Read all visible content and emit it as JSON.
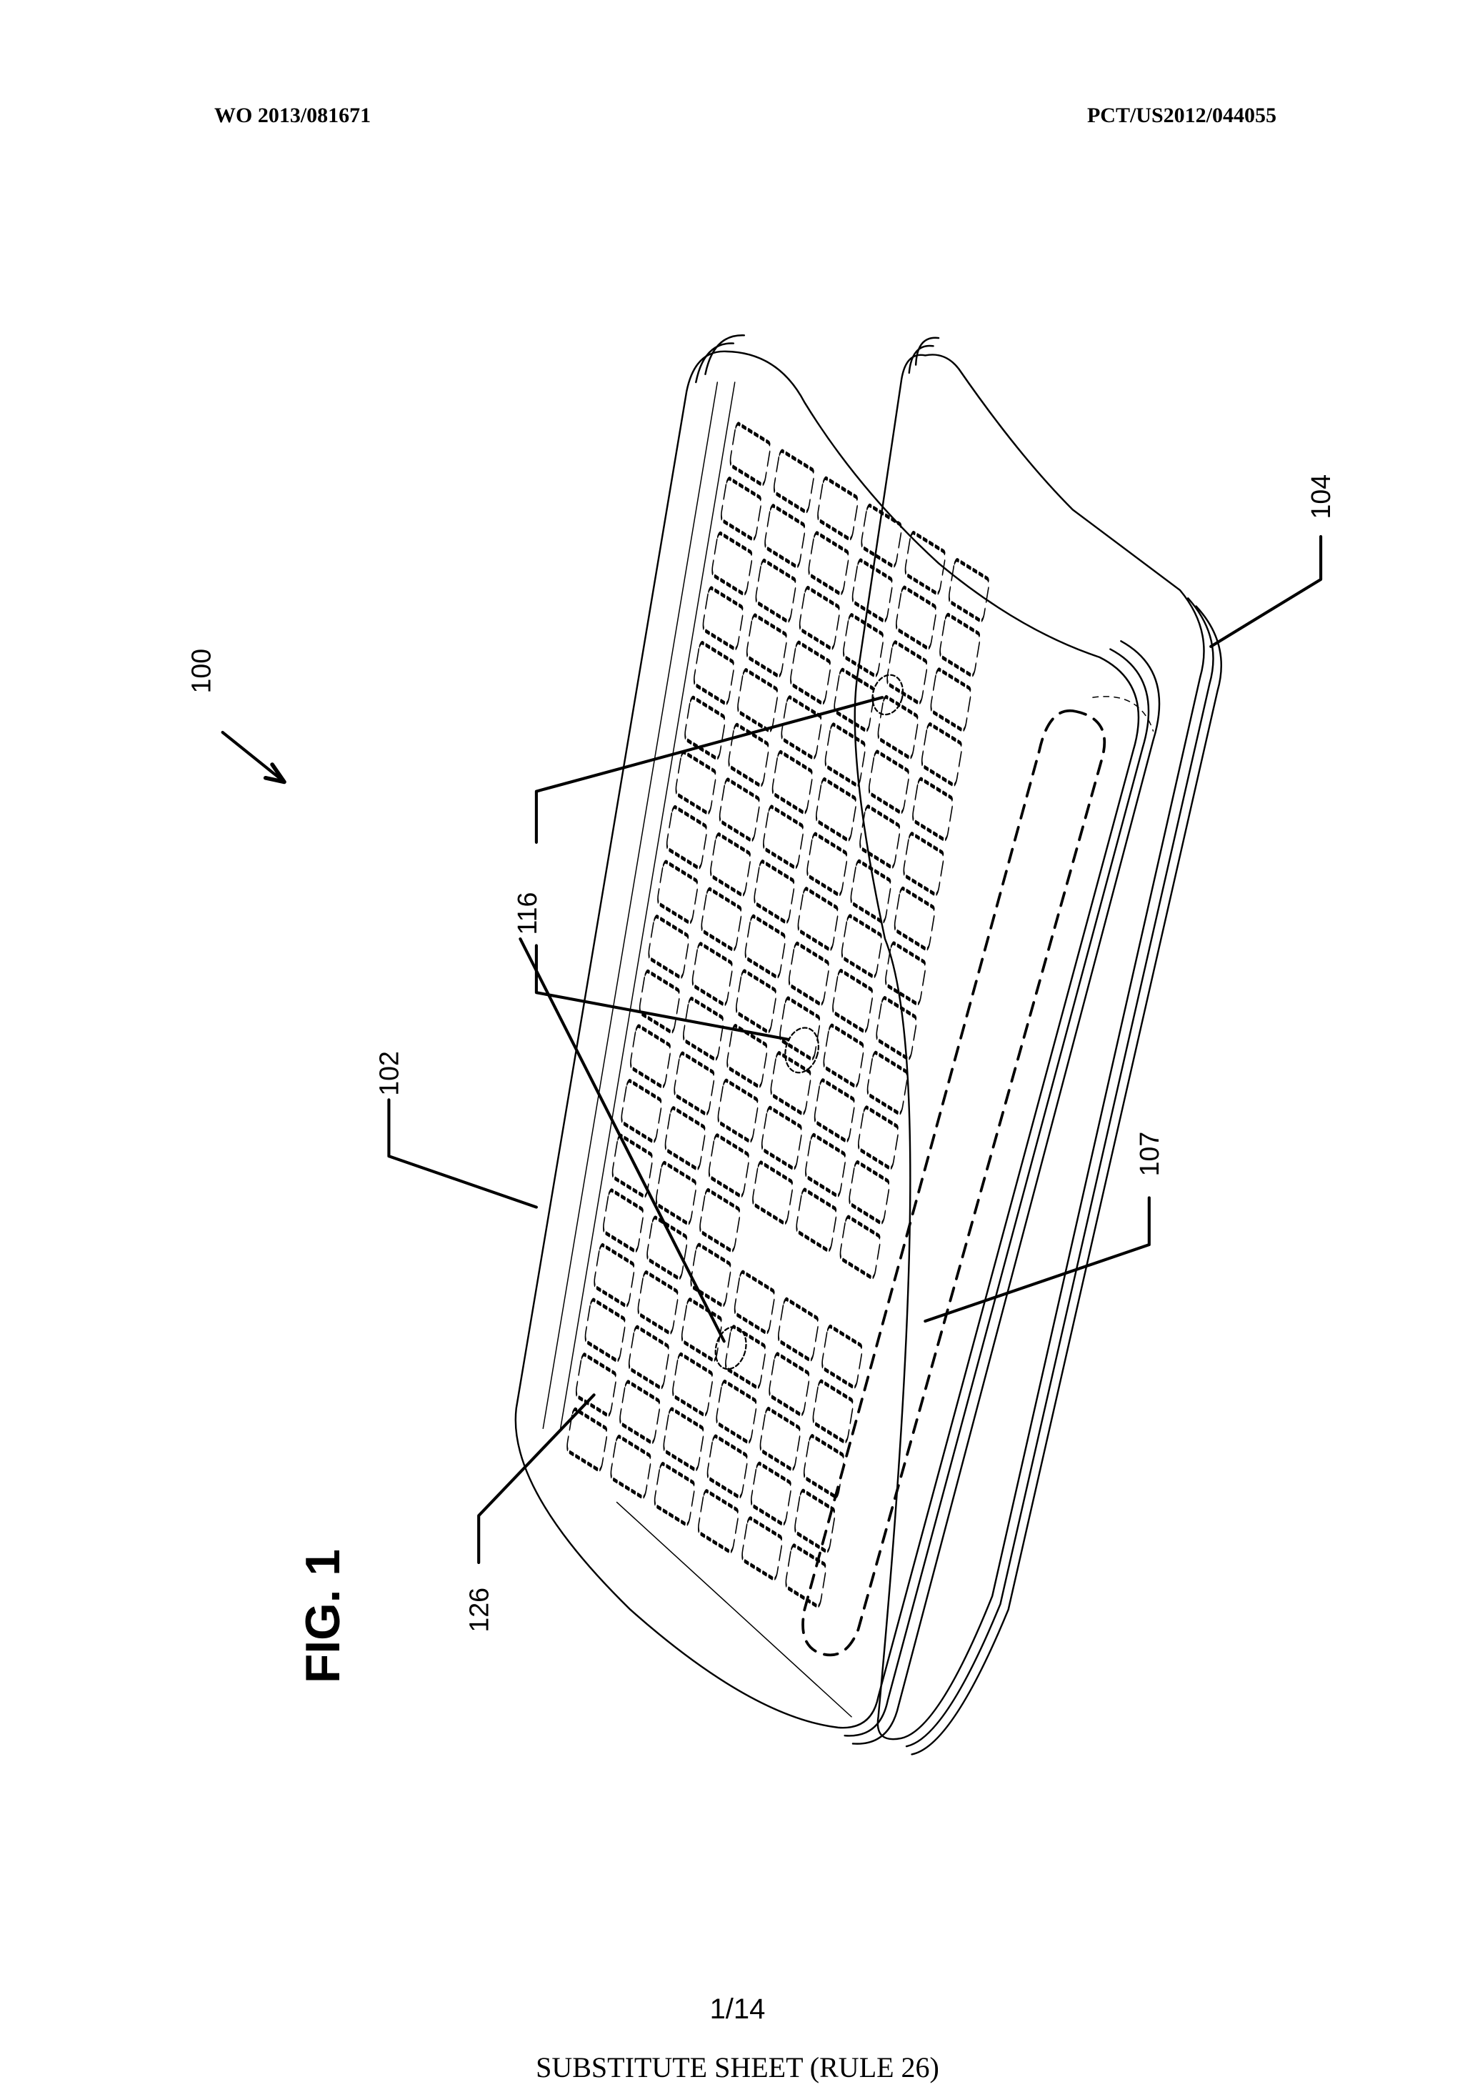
{
  "header": {
    "publication_number": "WO 2013/081671",
    "application_number": "PCT/US2012/044055"
  },
  "figure": {
    "title": "FIG. 1",
    "reference_numerals": {
      "device": "100",
      "input_device": "102",
      "display_device": "104",
      "trackpad": "107",
      "sensors": "116",
      "keys": "126"
    }
  },
  "footer": {
    "page": "1/14",
    "sheet_note": "SUBSTITUTE SHEET (RULE 26)"
  }
}
